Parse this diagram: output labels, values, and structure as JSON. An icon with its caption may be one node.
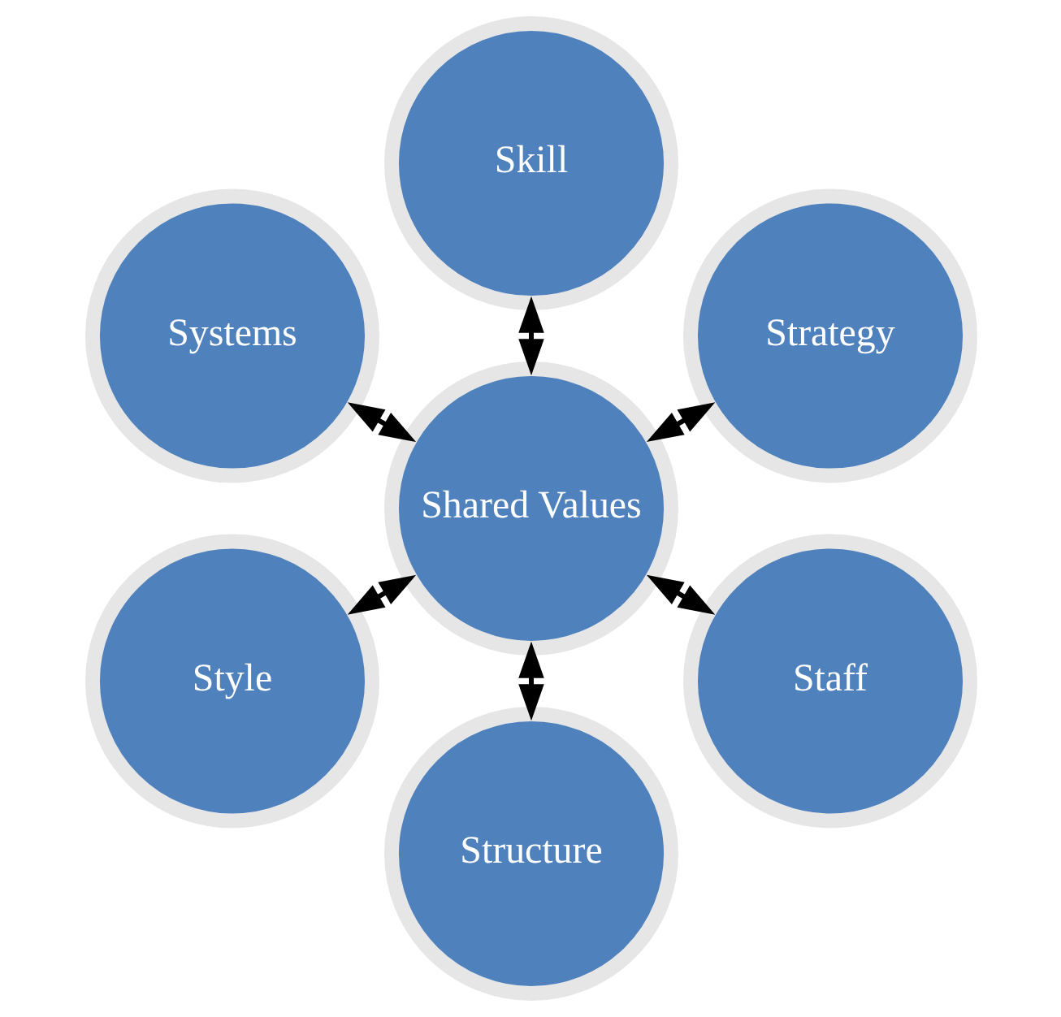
{
  "diagram": {
    "nodes": [
      {
        "text": [
          "Strategy"
        ]
      },
      {
        "text": [
          "Skill"
        ]
      },
      {
        "text": [
          "Systems"
        ]
      },
      {
        "text": [
          "Shared Values"
        ]
      },
      {
        "text": [
          "Style"
        ]
      },
      {
        "text": [
          "Structure"
        ]
      },
      {
        "text": [
          "Staff"
        ]
      }
    ],
    "edges": [
      {
        "from": 3,
        "to": 0,
        "arrow": "both"
      },
      {
        "from": 3,
        "to": 2,
        "arrow": "both"
      },
      {
        "from": 3,
        "to": 5,
        "arrow": "both"
      },
      {
        "from": 3,
        "to": 6,
        "arrow": "both"
      },
      {
        "from": 3,
        "to": 4,
        "arrow": "both"
      },
      {
        "from": 3,
        "to": 1,
        "arrow": "both"
      }
    ]
  }
}
